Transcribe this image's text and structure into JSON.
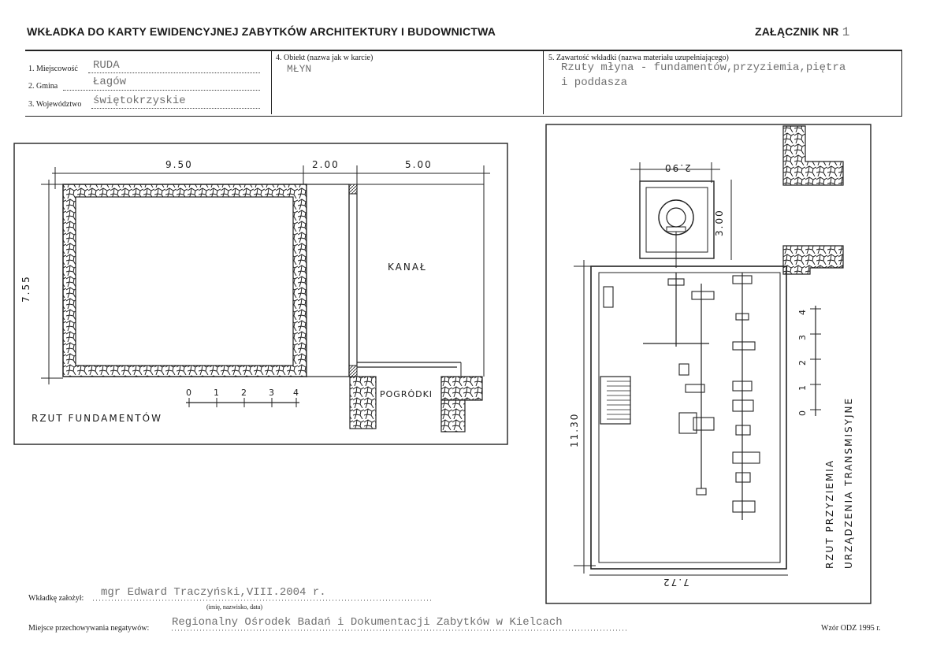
{
  "header": {
    "title": "WKŁADKA DO KARTY EWIDENCYJNEJ ZABYTKÓW ARCHITEKTURY I BUDOWNICTWA",
    "annex_label": "ZAŁĄCZNIK NR",
    "annex_number": "1"
  },
  "fields": {
    "locality_label": "1. Miejscowość",
    "locality_value": "RUDA",
    "commune_label": "2. Gmina",
    "commune_value": "Łagów",
    "voivodeship_label": "3. Województwo",
    "voivodeship_value": "świętokrzyskie",
    "object_label": "4. Obiekt (nazwa jak w karcie)",
    "object_value": "MŁYN",
    "contents_label": "5. Zawartość wkładki (nazwa materiału uzupełniającego)",
    "contents_value_line1": "Rzuty młyna - fundamentów,przyziemia,piętra",
    "contents_value_line2": "i poddasza"
  },
  "left_plan": {
    "dim_top_1": "9.50",
    "dim_top_2": "2.00",
    "dim_top_3": "5.00",
    "dim_left": "7.55",
    "room_label": "KANAŁ",
    "garden_label": "POGRÓDKI",
    "scale_ticks": [
      "0",
      "1",
      "2",
      "3",
      "4"
    ],
    "caption": "RZUT FUNDAMENTÓW"
  },
  "right_plan": {
    "dim_top": "2.90",
    "dim_side_top": "3.00",
    "dim_left": "11.30",
    "dim_bottom": "7.72",
    "scale_ticks": [
      "0",
      "1",
      "2",
      "3",
      "4"
    ],
    "caption_line1": "RZUT PRZYZIEMIA",
    "caption_line2": "URZĄDZENIA TRANSMISYJNE"
  },
  "footer": {
    "made_by_label": "Wkładkę założył:",
    "made_by_value": "mgr Edward Traczyński,VIII.2004 r.",
    "made_by_hint": "(imię, nazwisko, data)",
    "storage_label": "Miejsce przechowywania negatywów:",
    "storage_value": "Regionalny Ośrodek Badań i Dokumentacji Zabytków w Kielcach",
    "form_label": "Wzór ODZ 1995 r."
  }
}
